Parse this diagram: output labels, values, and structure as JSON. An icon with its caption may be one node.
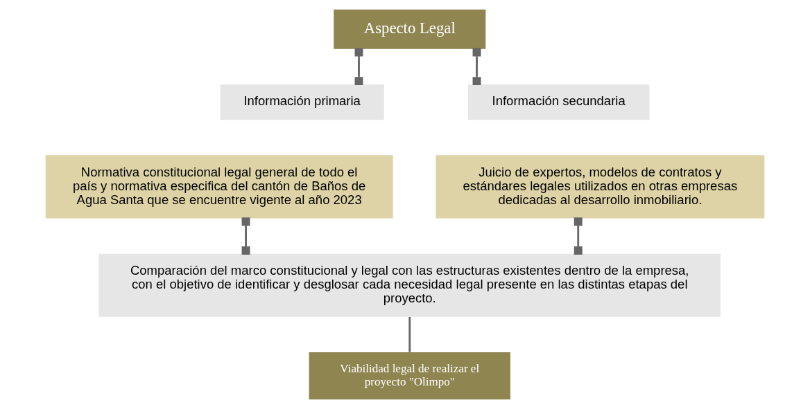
{
  "diagram": {
    "nodes": [
      {
        "text": [
          "Aspecto Legal"
        ]
      },
      {
        "text": [
          "Información primaria"
        ]
      },
      {
        "text": [
          "Normativa constitucional legal general de todo el país y normativa especifica del cantón de Baños de Agua Santa que se encuentre vigente al año 2023"
        ]
      },
      {
        "text": [
          "Información secundaria"
        ]
      },
      {
        "text": [
          "Juicio de expertos, modelos de contratos y estándares legales utilizados en otras empresas dedicadas al desarrollo inmobiliario."
        ]
      },
      {
        "text": [
          "Comparación del marco constitucional y legal con las estructuras existentes dentro de la empresa, con el objetivo de identificar y desglosar cada necesidad legal presente en las distintas etapas del proyecto."
        ]
      },
      {
        "text": [
          "Viabilidad legal de realizar el proyecto \"Olimpo\""
        ]
      }
    ],
    "edges": [
      {
        "from": 0,
        "to": 1,
        "arrow": "other"
      },
      {
        "from": 0,
        "to": 3,
        "arrow": "other"
      },
      {
        "from": 2,
        "to": 5,
        "arrow": "other"
      },
      {
        "from": 4,
        "to": 5,
        "arrow": "other"
      },
      {
        "from": 5,
        "to": 6,
        "arrow": "none"
      }
    ]
  }
}
